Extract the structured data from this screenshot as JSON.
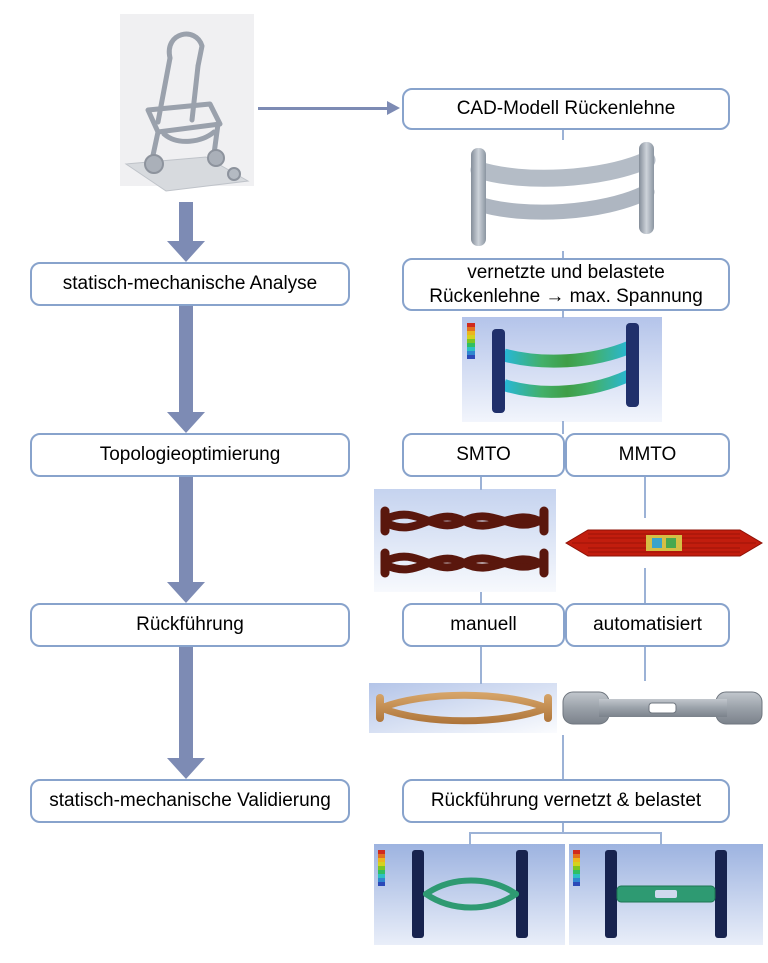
{
  "flow": {
    "left_steps": [
      {
        "label": "statisch-mechanische Analyse"
      },
      {
        "label": "Topologieoptimierung"
      },
      {
        "label": "Rückführung"
      },
      {
        "label": "statisch-mechanische Validierung"
      }
    ],
    "right": {
      "cad_box": "CAD-Modell Rückenlehne",
      "mesh_box_line1": "vernetzte und belastete",
      "mesh_box_line2": "Rückenlehne → max. Spannung",
      "smto_box": "SMTO",
      "mmto_box": "MMTO",
      "manual_box": "manuell",
      "auto_box": "automatisiert",
      "validation_box": "Rückführung vernetzt & belastet"
    }
  },
  "colors": {
    "box_border": "#88a3cc",
    "flow_arrow": "#7d8bb4",
    "connector_line": "#9cb2d6",
    "fea_post_navy": "#17234f",
    "smto_maroon": "#5a170d",
    "mmto_red": "#c21d0e",
    "manual_bronze": "#c0854a",
    "fea_green": "#2e9a72"
  },
  "images": [
    {
      "name": "stair-climber-cad"
    },
    {
      "name": "backrest-cad"
    },
    {
      "name": "backrest-fea-meshed"
    },
    {
      "name": "smto-result"
    },
    {
      "name": "mmto-result"
    },
    {
      "name": "manual-reconstruction"
    },
    {
      "name": "automated-reconstruction"
    },
    {
      "name": "validation-fea-smto"
    },
    {
      "name": "validation-fea-mmto"
    }
  ],
  "fea_legend_colors": [
    "#d02a1e",
    "#e2701f",
    "#ecb51f",
    "#d5d21f",
    "#7cc623",
    "#2fbf63",
    "#2bc0c4",
    "#2f86d0",
    "#2b49b8"
  ]
}
